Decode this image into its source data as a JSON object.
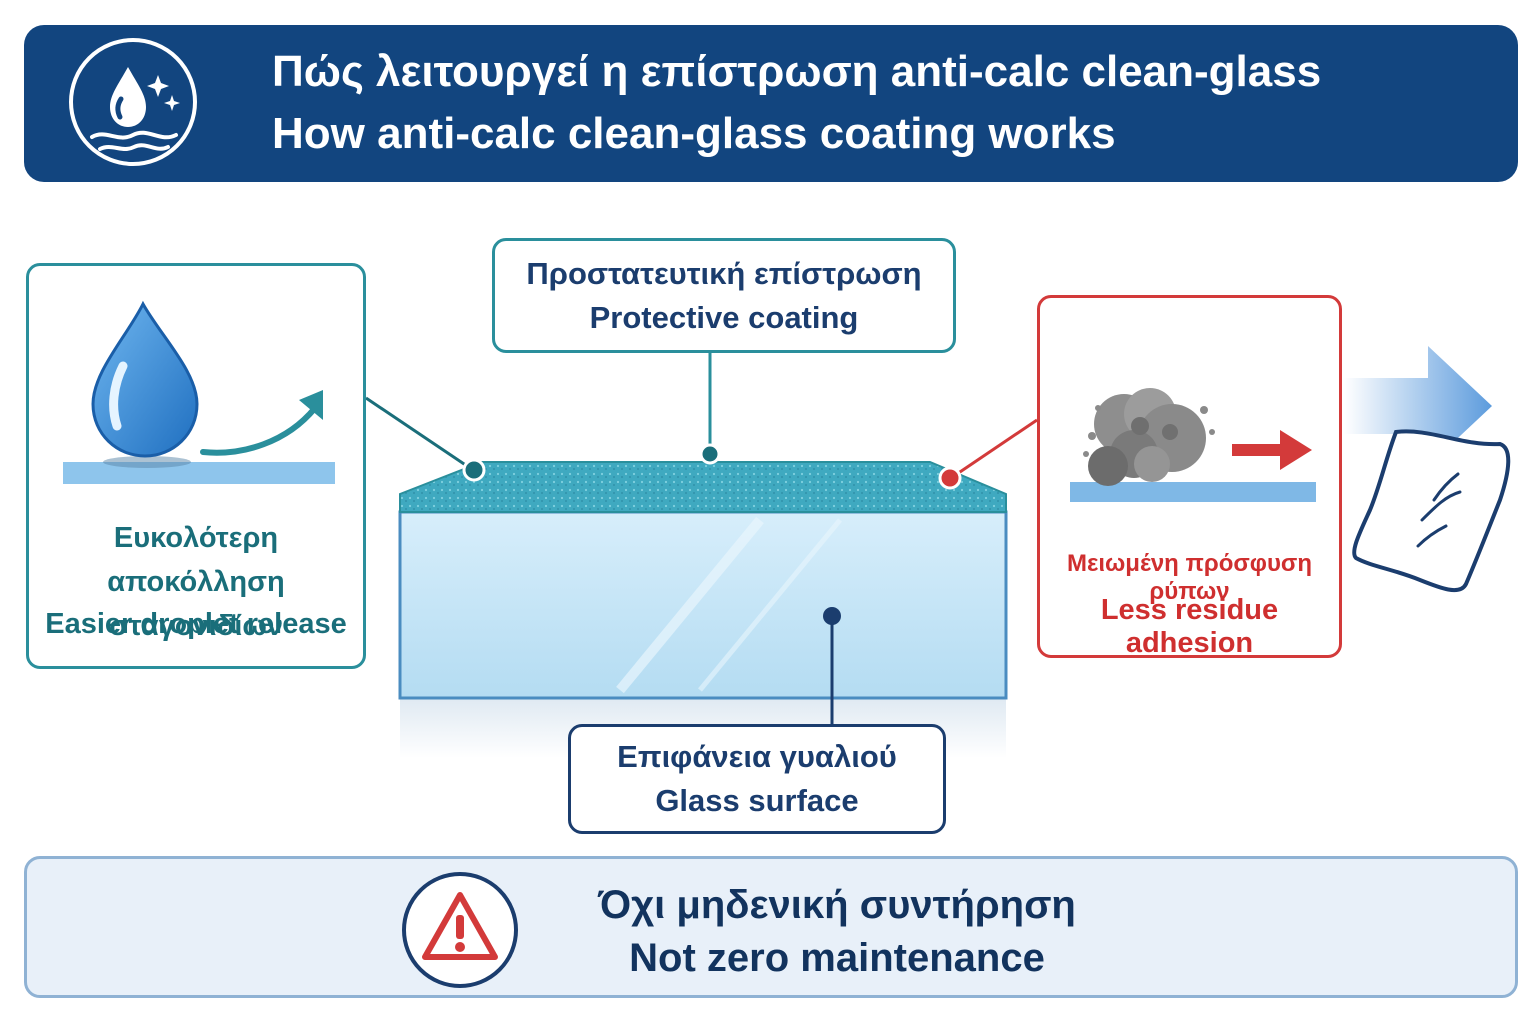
{
  "header": {
    "title_el": "Πώς λειτουργεί η επίστρωση anti-calc clean-glass",
    "title_en": "How anti-calc clean-glass coating works",
    "icon": "water-drop-sparkle-icon"
  },
  "coating_label": {
    "line_el": "Προστατευτική επίστρωση",
    "line_en": "Protective coating"
  },
  "glass_label": {
    "line_el": "Επιφάνεια γυαλιού",
    "line_en": "Glass surface"
  },
  "droplet_card": {
    "line_el_1": "Ευκολότερη αποκόλληση",
    "line_el_2": "σταγονιδίων",
    "line_en": "Easier droplet release",
    "icon": "water-drop-icon"
  },
  "residue_card": {
    "line_el": "Μειωμένη πρόσφυση ρύπων",
    "line_en": "Less residue adhesion",
    "icon": "dirt-particle-icon"
  },
  "footer": {
    "line_el": "Όχι μηδενική συντήρηση",
    "line_en": "Not zero maintenance",
    "icon": "warning-triangle-icon"
  },
  "colors": {
    "header_bg": "#12457f",
    "teal": "#2a8f9c",
    "navy": "#1b3d6e",
    "red": "#d33a3a",
    "glass": "#c9e6f7",
    "coating": "#3fa9c0"
  }
}
